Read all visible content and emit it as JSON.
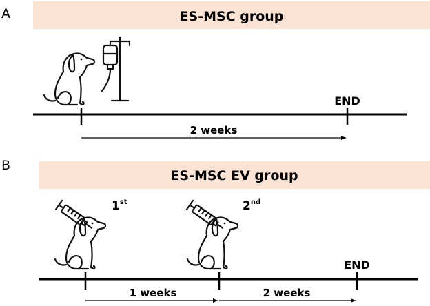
{
  "panel_a": {
    "letter": "A",
    "banner": "ES-MSC group",
    "end_label": "END",
    "duration_label": "2 weeks",
    "icons": [
      "dog-icon",
      "iv-drip-icon"
    ]
  },
  "panel_b": {
    "letter": "B",
    "banner": "ES-MSC EV group",
    "first_base": "1",
    "first_sup": "st",
    "second_base": "2",
    "second_sup": "nd",
    "end_label": "END",
    "interval_1_label": "1 weeks",
    "interval_2_label": "2 weeks",
    "icons": [
      "syringe-icon",
      "dog-icon"
    ]
  },
  "colors": {
    "banner_fill": "#fbe3d3",
    "ink": "#000000"
  }
}
